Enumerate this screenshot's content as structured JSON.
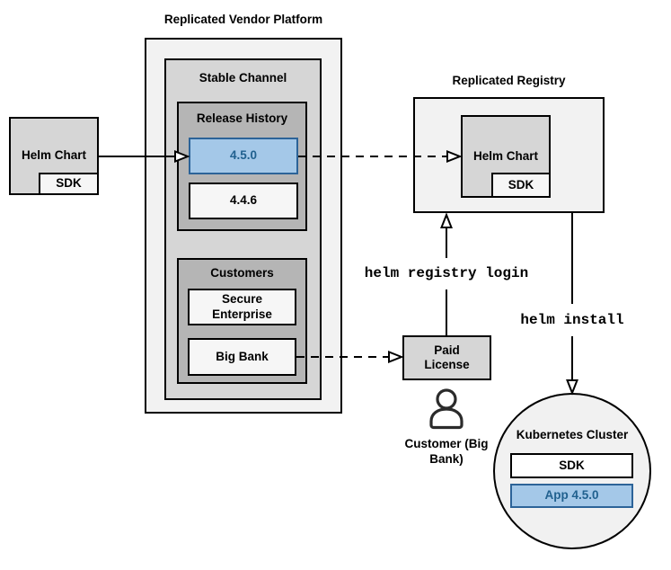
{
  "platform": {
    "title": "Replicated Vendor Platform"
  },
  "stable_channel": {
    "title": "Stable Channel"
  },
  "release_history": {
    "title": "Release History",
    "versions": [
      {
        "label": "4.5.0",
        "highlighted": true
      },
      {
        "label": "4.4.6",
        "highlighted": false
      }
    ]
  },
  "customers": {
    "title": "Customers",
    "items": [
      "Secure Enterprise",
      "Big Bank"
    ]
  },
  "source_chart": {
    "label": "Helm Chart",
    "sdk": "SDK"
  },
  "registry": {
    "title": "Replicated Registry",
    "chart_label": "Helm Chart",
    "sdk": "SDK"
  },
  "license": {
    "label": "Paid License"
  },
  "actor": {
    "label": "Customer (Big Bank)"
  },
  "cluster": {
    "title": "Kubernetes Cluster",
    "sdk": "SDK",
    "app": "App 4.5.0"
  },
  "commands": {
    "registry_login": "helm registry login",
    "install": "helm install"
  },
  "colors": {
    "highlight_fill": "#A4C8E8",
    "highlight_border": "#2C6398",
    "highlight_text": "#21618F"
  }
}
